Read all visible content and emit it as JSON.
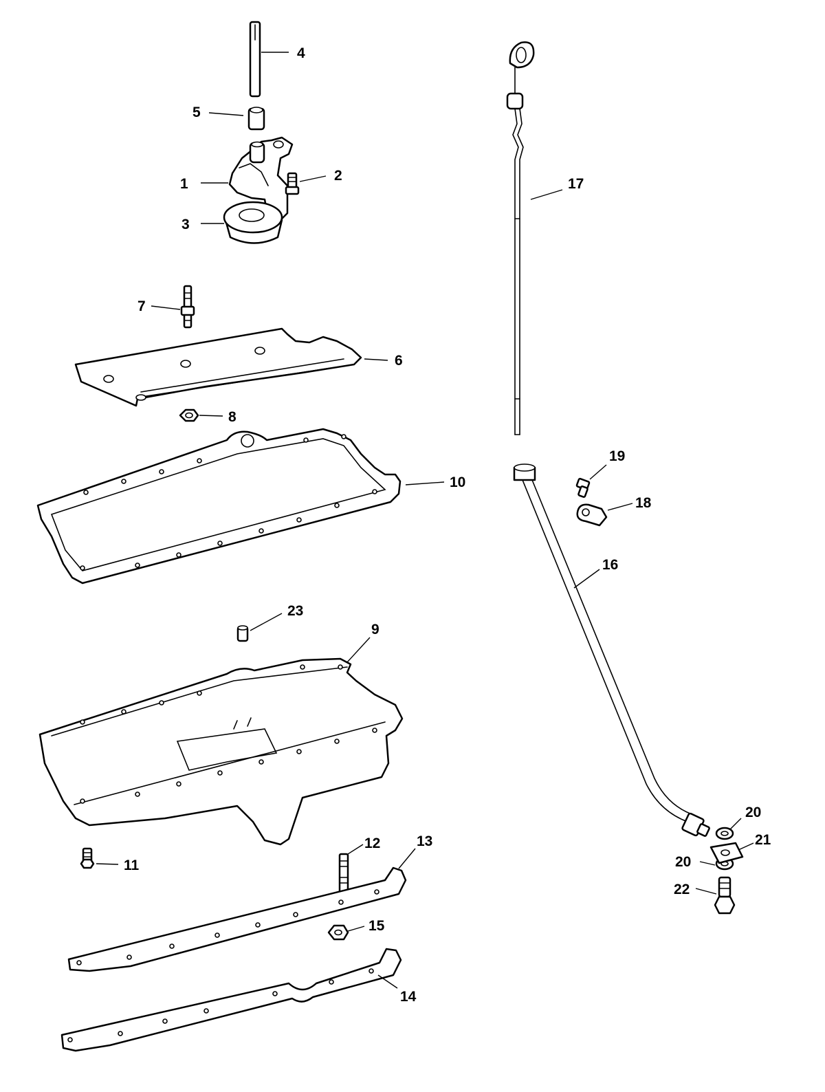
{
  "diagram": {
    "callouts": [
      {
        "id": "c1",
        "label": "1"
      },
      {
        "id": "c2",
        "label": "2"
      },
      {
        "id": "c3",
        "label": "3"
      },
      {
        "id": "c4",
        "label": "4"
      },
      {
        "id": "c5",
        "label": "5"
      },
      {
        "id": "c6",
        "label": "6"
      },
      {
        "id": "c7",
        "label": "7"
      },
      {
        "id": "c8",
        "label": "8"
      },
      {
        "id": "c9",
        "label": "9"
      },
      {
        "id": "c10",
        "label": "10"
      },
      {
        "id": "c11",
        "label": "11"
      },
      {
        "id": "c12",
        "label": "12"
      },
      {
        "id": "c13",
        "label": "13"
      },
      {
        "id": "c14",
        "label": "14"
      },
      {
        "id": "c15",
        "label": "15"
      },
      {
        "id": "c16",
        "label": "16"
      },
      {
        "id": "c17",
        "label": "17"
      },
      {
        "id": "c18",
        "label": "18"
      },
      {
        "id": "c19",
        "label": "19"
      },
      {
        "id": "c20a",
        "label": "20"
      },
      {
        "id": "c20b",
        "label": "20"
      },
      {
        "id": "c21",
        "label": "21"
      },
      {
        "id": "c22",
        "label": "22"
      },
      {
        "id": "c23",
        "label": "23"
      }
    ]
  }
}
